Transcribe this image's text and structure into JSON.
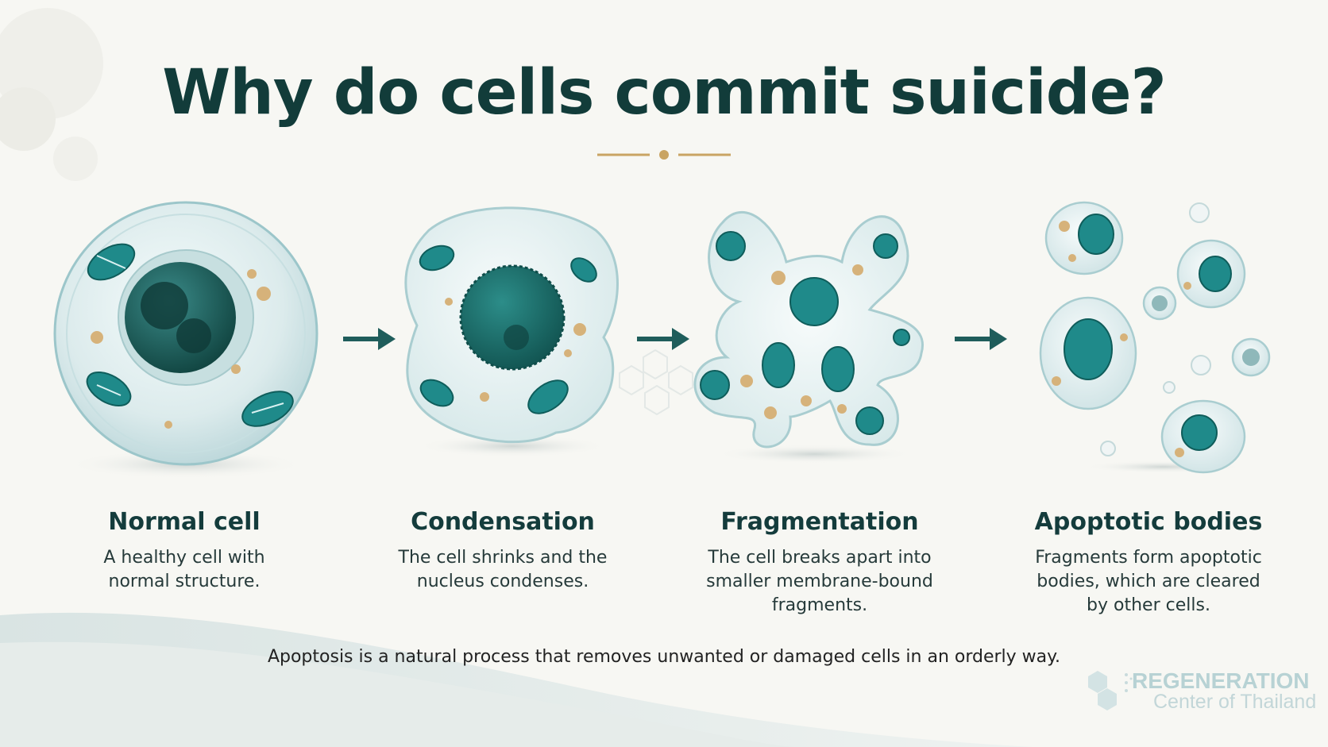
{
  "title": "Why do cells commit suicide?",
  "stages": [
    {
      "name": "Normal cell",
      "description": "A healthy cell with\nnormal structure."
    },
    {
      "name": "Condensation",
      "description": "The cell shrinks and the\nnucleus condenses."
    },
    {
      "name": "Fragmentation",
      "description": "The cell breaks apart into\nsmaller membrane-bound\nfragments."
    },
    {
      "name": "Apoptotic bodies",
      "description": "Fragments form apoptotic\nbodies, which are cleared\nby other cells."
    }
  ],
  "footer_note": "Apoptosis is a natural process that removes unwanted or damaged cells in an orderly way.",
  "logo": {
    "line1": "REGENERATION",
    "line2": "Center of Thailand"
  },
  "colors": {
    "title": "#123c3a",
    "accent_gold": "#c9a463",
    "arrow": "#1f5d5b",
    "mito": "#1f8a8a",
    "nucleus": "#1c6e6c"
  },
  "icons": [
    "arrow-right-icon",
    "hexagon-logo-icon"
  ]
}
